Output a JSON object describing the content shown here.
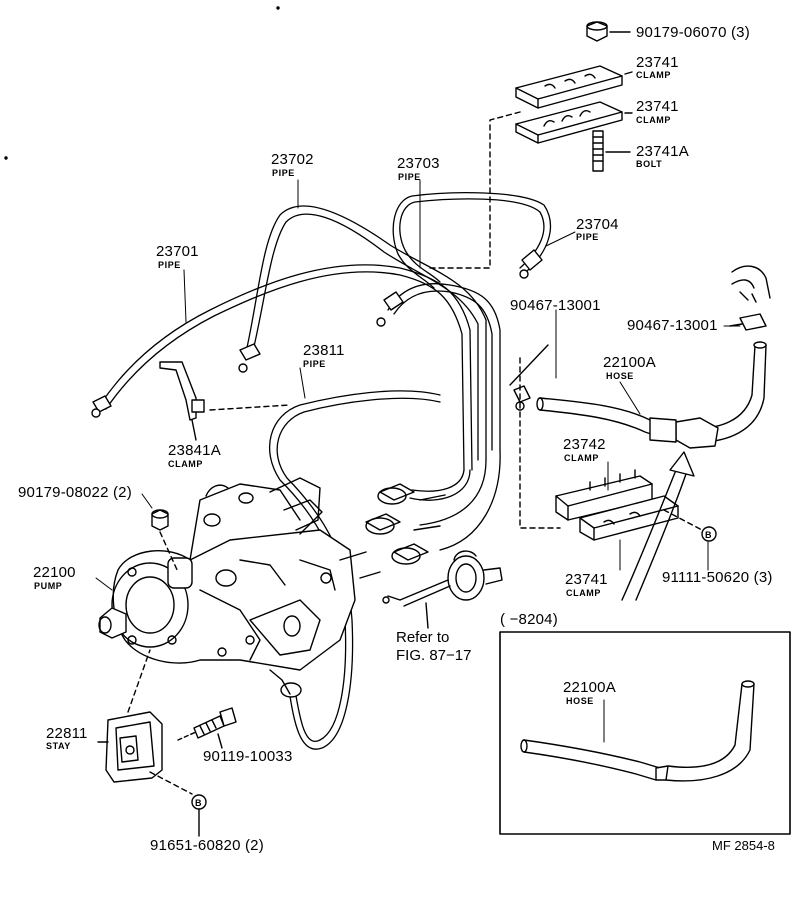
{
  "parts": {
    "p90179_06070": "90179-06070 (3)",
    "p23741_a": "23741",
    "n23741_a": "CLAMP",
    "p23741_b": "23741",
    "n23741_b": "CLAMP",
    "p23741A": "23741A",
    "n23741A": "BOLT",
    "p23702": "23702",
    "n23702": "PIPE",
    "p23703": "23703",
    "n23703": "PIPE",
    "p23704": "23704",
    "n23704": "PIPE",
    "p23701": "23701",
    "n23701": "PIPE",
    "p90467_a": "90467-13001",
    "p90467_b": "90467-13001",
    "p23811": "23811",
    "n23811": "PIPE",
    "p22100A_a": "22100A",
    "n22100A_a": "HOSE",
    "p23841A": "23841A",
    "n23841A": "CLAMP",
    "p23742": "23742",
    "n23742": "CLAMP",
    "p90179_08022": "90179-08022 (2)",
    "p22100": "22100",
    "n22100": "PUMP",
    "p23741_c": "23741",
    "n23741_c": "CLAMP",
    "p91111": "91111-50620 (3)",
    "ref_line1": "Refer to",
    "ref_line2": "FIG. 87−17",
    "inset_title": "(      −8204)",
    "p22100A_b": "22100A",
    "n22100A_b": "HOSE",
    "p22811": "22811",
    "n22811": "STAY",
    "p90119": "90119-10033",
    "p91651": "91651-60820 (2)",
    "code": "MF 2854-8"
  },
  "colors": {
    "ink": "#000000",
    "paper": "#ffffff"
  }
}
